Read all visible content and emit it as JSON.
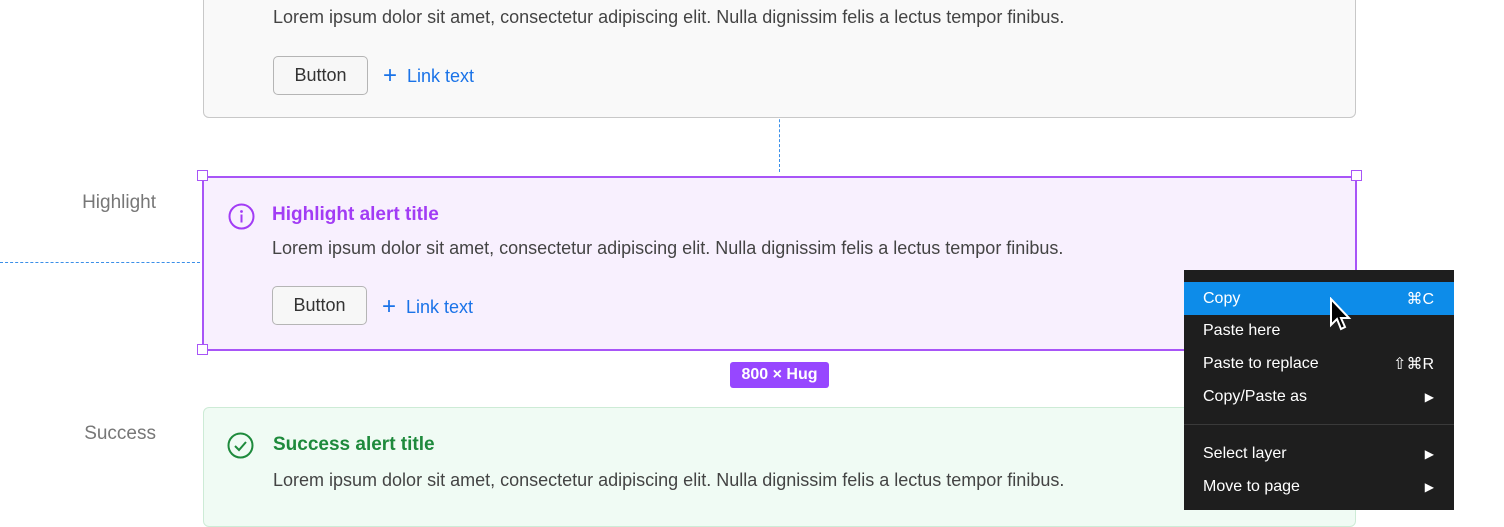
{
  "alerts": [
    {
      "body": "Lorem ipsum dolor sit amet, consectetur adipiscing elit. Nulla dignissim felis a lectus tempor finibus.",
      "button": "Button",
      "link": "Link text"
    },
    {
      "label": "Highlight",
      "title": "Highlight alert title",
      "body": "Lorem ipsum dolor sit amet, consectetur adipiscing elit. Nulla dignissim felis a lectus tempor finibus.",
      "button": "Button",
      "link": "Link text",
      "icon": "info-icon",
      "color": "#a23cf5"
    },
    {
      "label": "Success",
      "title": "Success alert title",
      "body": "Lorem ipsum dolor sit amet, consectetur adipiscing elit. Nulla dignissim felis a lectus tempor finibus.",
      "icon": "check-circle-icon",
      "color": "#1e8a3c"
    }
  ],
  "selection": {
    "size_badge": "800 × Hug",
    "color": "#9747ff"
  },
  "context_menu": {
    "items": [
      {
        "label": "Copy",
        "shortcut": "⌘C",
        "active": true
      },
      {
        "label": "Paste here",
        "shortcut": ""
      },
      {
        "label": "Paste to replace",
        "shortcut": "⇧⌘R"
      },
      {
        "label": "Copy/Paste as",
        "submenu": "▶"
      },
      {
        "label": "Select layer",
        "submenu": "▶"
      },
      {
        "label": "Move to page",
        "submenu": "▶"
      }
    ]
  }
}
